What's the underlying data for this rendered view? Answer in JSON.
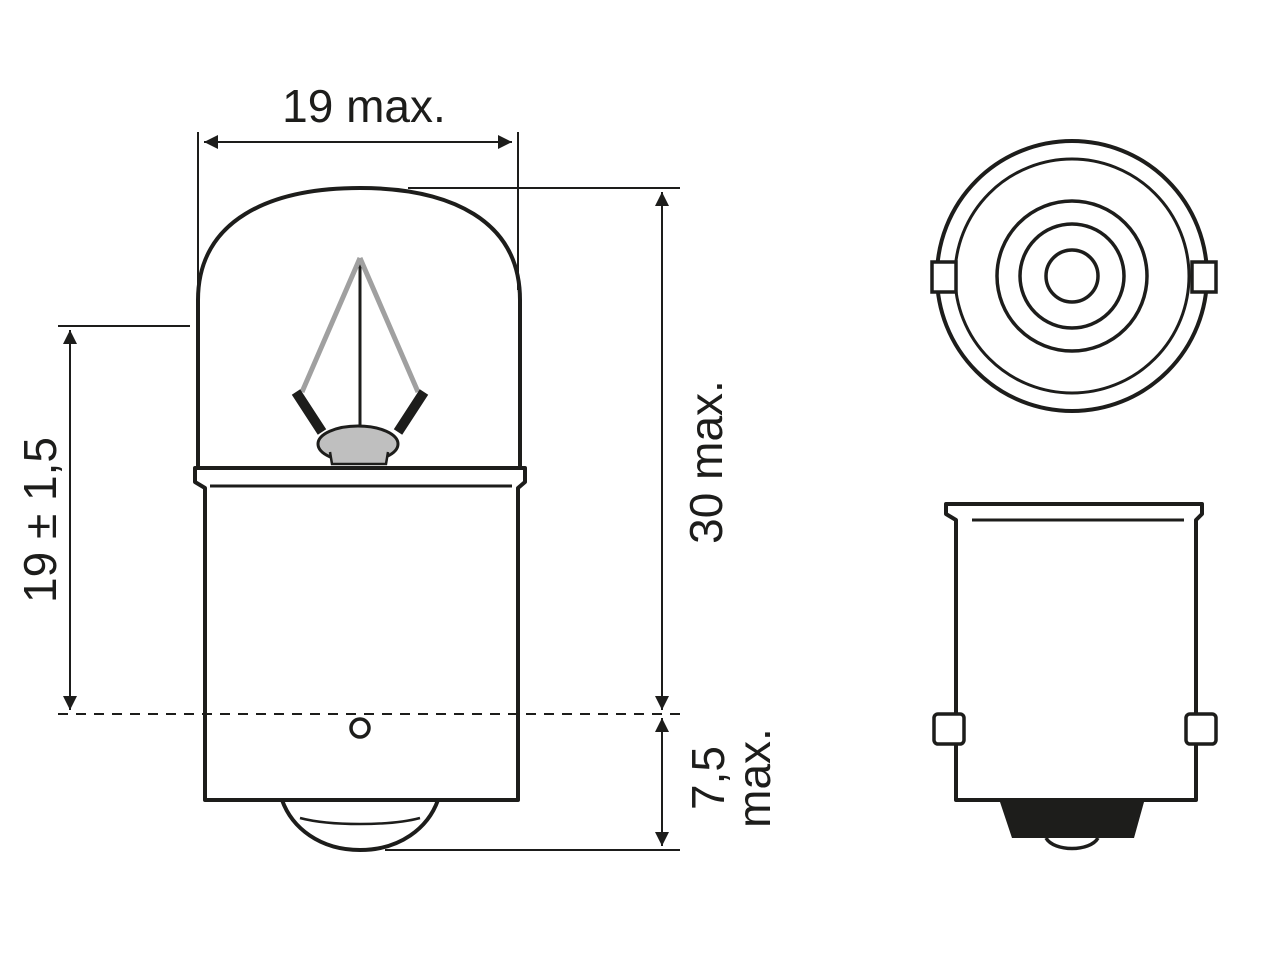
{
  "dimensions": {
    "width_label": "19 max.",
    "height_label": "30 max.",
    "center_label": "19 ± 1,5",
    "pin_label_value": "7,5",
    "pin_label_unit": "max."
  },
  "colors": {
    "line": "#1d1d1b",
    "filament": "#a0a0a0",
    "bead_fill": "#bfbfbf",
    "background": "#ffffff"
  }
}
